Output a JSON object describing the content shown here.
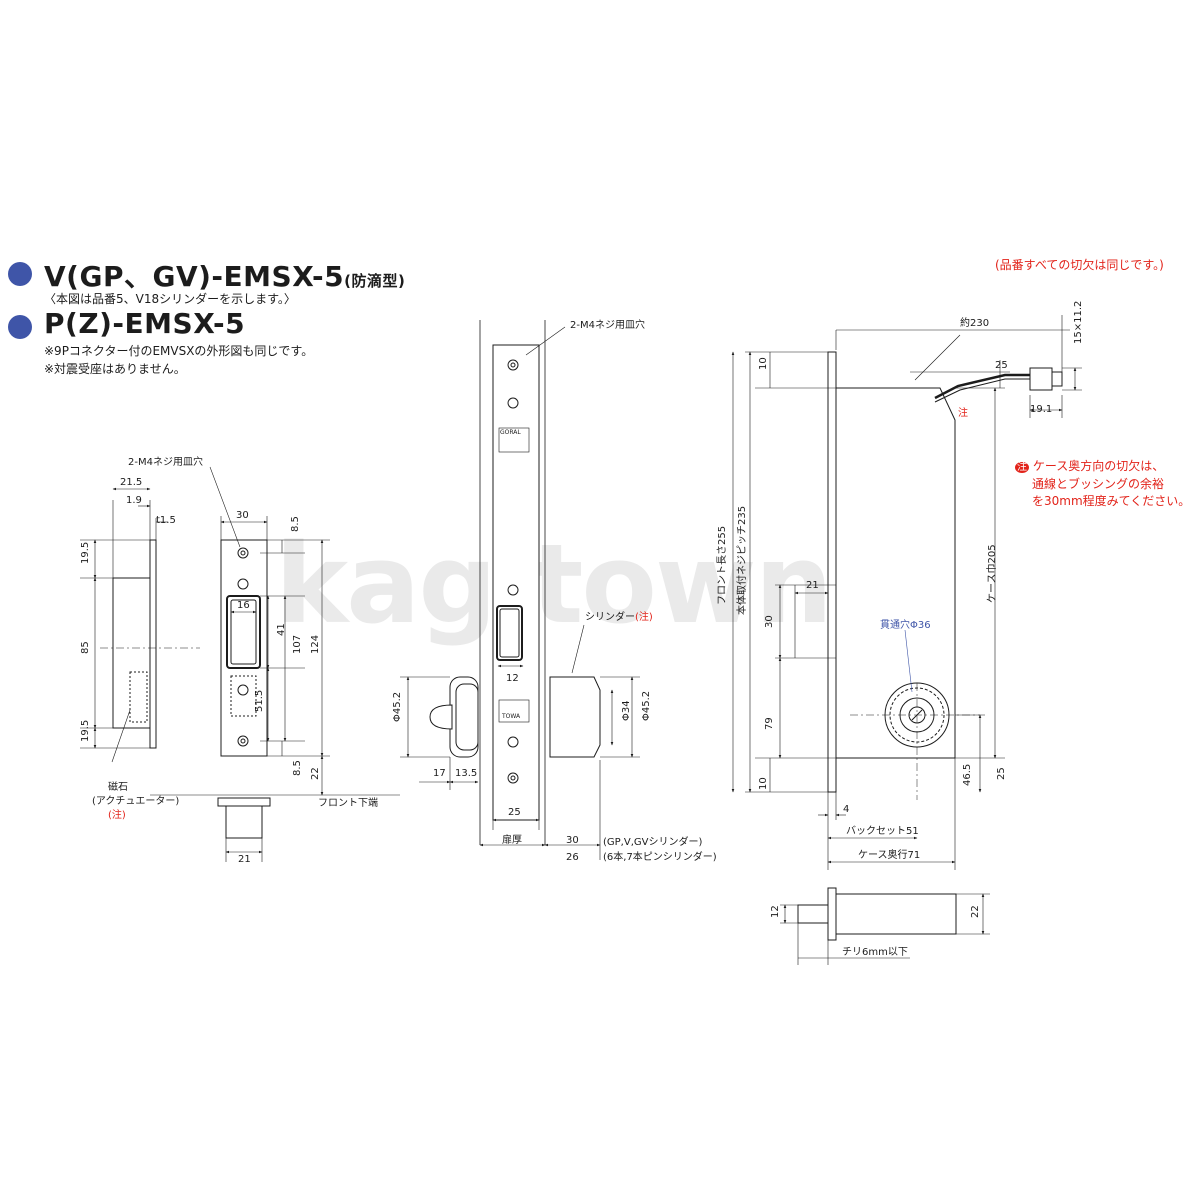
{
  "header": {
    "model1": "V(GP、GV)-EMSX-5",
    "model1_suffix": "(防滴型)",
    "model1_note": "〈本図は品番5、V18シリンダーを示します。〉",
    "model2": "P(Z)-EMSX-5",
    "model2_note1": "※9Pコネクター付のEMVSXの外形図も同じです。",
    "model2_note2": "※対震受座はありません。"
  },
  "top_right_note": "(品番すべての切欠は同じです。)",
  "side_note": {
    "mark": "注",
    "line1": "ケース奥方向の切欠は、",
    "line2": "通線とブッシングの余裕",
    "line3": "を30mm程度みてください。"
  },
  "watermark": "kagitown",
  "strike": {
    "screw_label": "2-M4ネジ用皿穴",
    "dims": {
      "w21_5": "21.5",
      "w1_9": "1.9",
      "t1_5": "t1.5",
      "w30": "30",
      "h8_5_top": "8.5",
      "h19_5_top": "19.5",
      "h85": "85",
      "h19_5_bot": "19.5",
      "w16": "16",
      "h41": "41",
      "h107": "107",
      "h124": "124",
      "h51_5": "51.5",
      "h8_5_bot": "8.5",
      "h22": "22",
      "w21": "21"
    },
    "magnet_label1": "磁石",
    "magnet_label2": "(アクチュエーター)",
    "magnet_note": "(注)",
    "front_bottom": "フロント下端"
  },
  "lock_front": {
    "screw_label": "2-M4ネジ用皿穴",
    "cylinder_label": "シリンダー",
    "cylinder_note": "(注)",
    "dims": {
      "d45_2_left": "Φ45.2",
      "w17": "17",
      "w13_5": "13.5",
      "w12": "12",
      "w25": "25",
      "door": "扉厚",
      "w30": "30",
      "w26": "26",
      "d34": "Φ34",
      "d45_2_right": "Φ45.2"
    },
    "cyl_note1": "(GP,V,GVシリンダー)",
    "cyl_note2": "(6本,7本ピンシリンダー)",
    "brand_top": "GORAL",
    "brand_bot": "TOWA"
  },
  "lock_side": {
    "dims": {
      "approx230": "約230",
      "w15x11_2": "15×11.2",
      "w25": "25",
      "w19_1": "19.1",
      "h10_top": "10",
      "front_len": "フロント長さ255",
      "pitch": "本体取付ネジピッチ235",
      "case_w": "ケース巾205",
      "w21": "21",
      "h30": "30",
      "hole": "貫通穴Φ36",
      "h79": "79",
      "h10_bot": "10",
      "h46_5": "46.5",
      "h25": "25",
      "w4": "4",
      "backset": "バックセット51",
      "depth": "ケース奥行71"
    },
    "note_mark": "注"
  },
  "bolt": {
    "h12": "12",
    "h22": "22",
    "chiri": "チリ6mm以下"
  }
}
